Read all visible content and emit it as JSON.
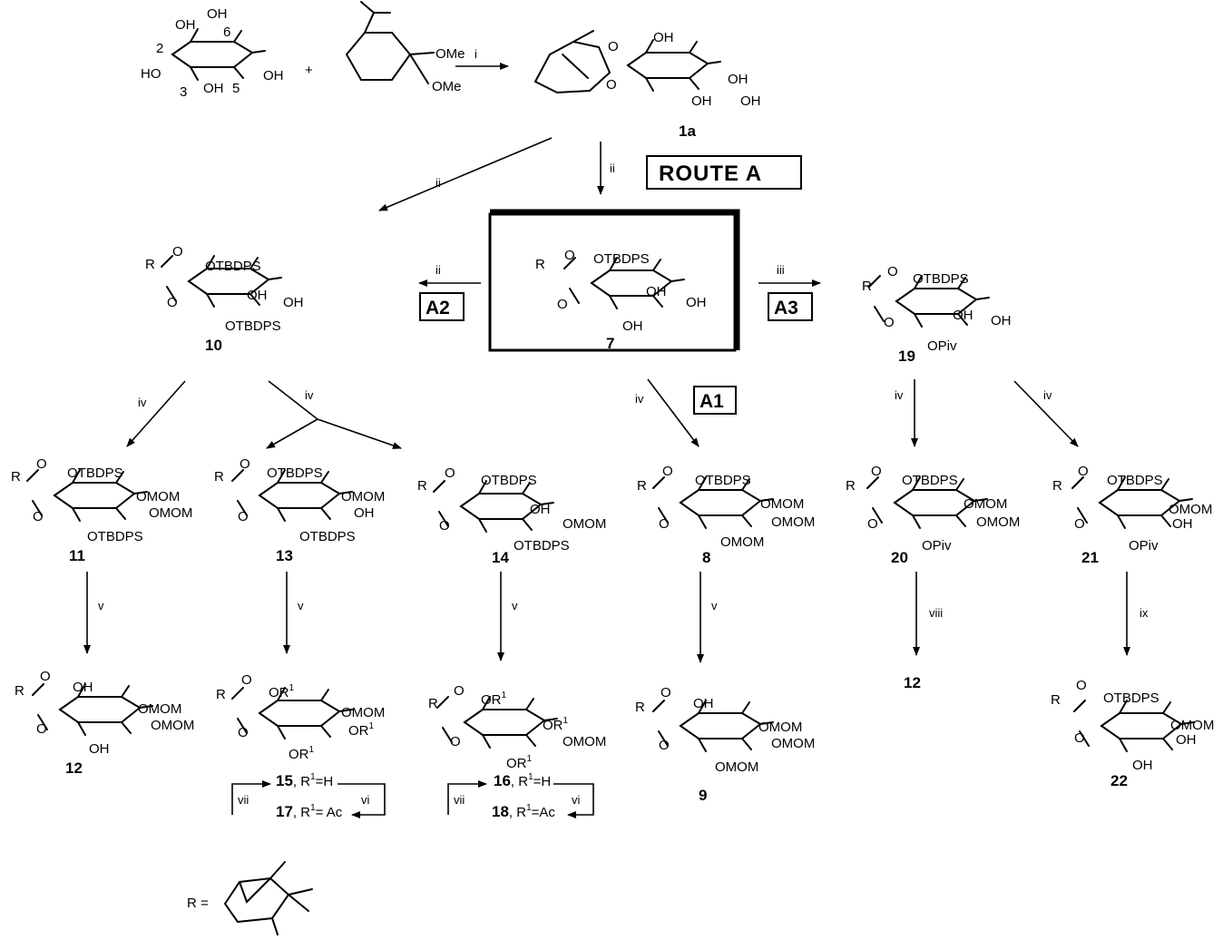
{
  "scheme": {
    "route_label": "ROUTE A",
    "route_tags": [
      "A1",
      "A2",
      "A3"
    ],
    "reagents": {
      "i": "i",
      "ii": "ii",
      "iii": "iii",
      "iv": "iv",
      "v": "v",
      "vi": "vi",
      "vii": "vii",
      "viii": "viii",
      "ix": "ix"
    },
    "compounds": {
      "c1a": "1a",
      "c7": "7",
      "c10": "10",
      "c19": "19",
      "c11": "11",
      "c13": "13",
      "c14": "14",
      "c8": "8",
      "c20": "20",
      "c21": "21",
      "c12": "12",
      "c12b": "12",
      "c9": "9",
      "c22": "22",
      "c15": "15",
      "c17": "17",
      "c16": "16",
      "c18": "18"
    },
    "r_definition_label": "R =",
    "product_notes": {
      "c15": ", R",
      "c15_sup": "1",
      "c15_val": "=H",
      "c17": ", R",
      "c17_sup": "1",
      "c17_val": "= Ac",
      "c16": ", R",
      "c16_sup": "1",
      "c16_val": "=H",
      "c18": ", R",
      "c18_sup": "1",
      "c18_val": "=Ac"
    }
  }
}
